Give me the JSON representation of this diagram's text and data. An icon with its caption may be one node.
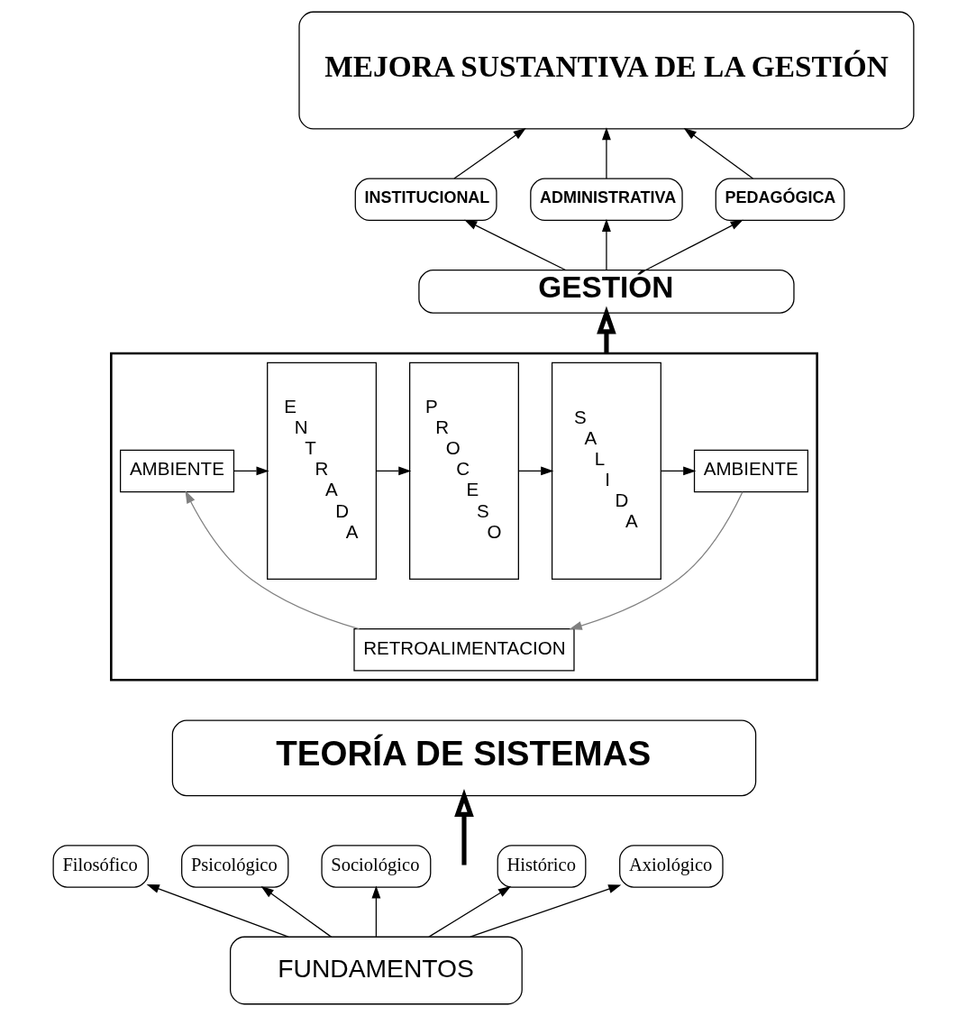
{
  "diagram": {
    "nodes": [
      {
        "text": [
          "MEJORA SUSTANTIVA DE LA GESTIÓN"
        ]
      },
      {
        "text": [
          "INSTITUCIONAL"
        ]
      },
      {
        "text": [
          "ADMINISTRATIVA"
        ]
      },
      {
        "text": [
          "PEDAGÓGICA"
        ]
      },
      {
        "text": [
          "GESTIÓN"
        ]
      },
      {
        "text": [],
        "shape": "box"
      },
      {
        "text": [
          "AMBIENTE"
        ],
        "in": 5
      },
      {
        "text": [
          "E N T R A D A"
        ],
        "in": 5
      },
      {
        "text": [
          "P R O C E S O"
        ],
        "in": 5
      },
      {
        "text": [
          "S A L I D A"
        ],
        "in": 5
      },
      {
        "text": [
          "AMBIENTE"
        ],
        "in": 5
      },
      {
        "text": [
          "RETROALIMENTACION"
        ],
        "in": 5
      },
      {
        "text": [
          "TEORÍA DE SISTEMAS"
        ]
      },
      {
        "text": [
          "Filosófico"
        ]
      },
      {
        "text": [
          "Psicológico"
        ]
      },
      {
        "text": [
          "Sociológico"
        ]
      },
      {
        "text": [
          "Histórico"
        ]
      },
      {
        "text": [
          "Axiológico"
        ]
      },
      {
        "text": [
          "FUNDAMENTOS"
        ]
      }
    ],
    "edges": [
      {
        "from": 1,
        "to": 0,
        "arrow": "to"
      },
      {
        "from": 2,
        "to": 0,
        "arrow": "to"
      },
      {
        "from": 3,
        "to": 0,
        "arrow": "to"
      },
      {
        "from": 4,
        "to": 1,
        "arrow": "to"
      },
      {
        "from": 4,
        "to": 2,
        "arrow": "to"
      },
      {
        "from": 4,
        "to": 3,
        "arrow": "to"
      },
      {
        "from": 5,
        "to": 4,
        "arrow": "to",
        "style": "thick"
      },
      {
        "from": 6,
        "to": 7,
        "arrow": "to"
      },
      {
        "from": 7,
        "to": 8,
        "arrow": "to"
      },
      {
        "from": 8,
        "to": 9,
        "arrow": "to"
      },
      {
        "from": 9,
        "to": 10,
        "arrow": "to"
      },
      {
        "from": 10,
        "to": 11,
        "arrow": "to",
        "color": "#808080"
      },
      {
        "from": 11,
        "to": 6,
        "arrow": "to",
        "color": "#808080"
      },
      {
        "from": null,
        "to": 12,
        "arrow": "to",
        "style": "thick"
      },
      {
        "from": 18,
        "to": 13,
        "arrow": "to"
      },
      {
        "from": 18,
        "to": 14,
        "arrow": "to"
      },
      {
        "from": 18,
        "to": 15,
        "arrow": "to"
      },
      {
        "from": 18,
        "to": 16,
        "arrow": "to"
      },
      {
        "from": 18,
        "to": 17,
        "arrow": "to"
      }
    ]
  }
}
